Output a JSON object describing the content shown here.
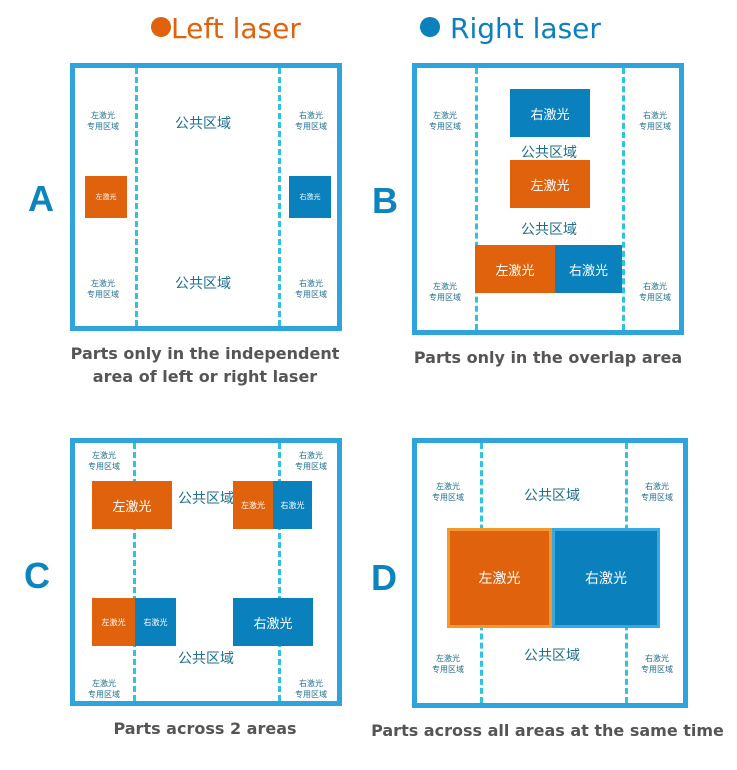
{
  "legend": {
    "left": {
      "label": "Left laser",
      "color": "#e0620c"
    },
    "right": {
      "label": "Right laser",
      "color": "#0a80bd"
    }
  },
  "zone_labels": {
    "left_exclusive_line1": "左激光",
    "left_exclusive_line2": "专用区域",
    "right_exclusive_line1": "右激光",
    "right_exclusive_line2": "专用区域",
    "common": "公共区域"
  },
  "part_labels": {
    "left": "左激光",
    "right": "右激光"
  },
  "panels": {
    "A": {
      "letter": "A",
      "caption_line1": "Parts only in the independent",
      "caption_line2": "area of left or right laser"
    },
    "B": {
      "letter": "B",
      "caption": "Parts only in the overlap area"
    },
    "C": {
      "letter": "C",
      "caption": "Parts across 2 areas"
    },
    "D": {
      "letter": "D",
      "caption": "Parts across all areas at the same time"
    }
  }
}
